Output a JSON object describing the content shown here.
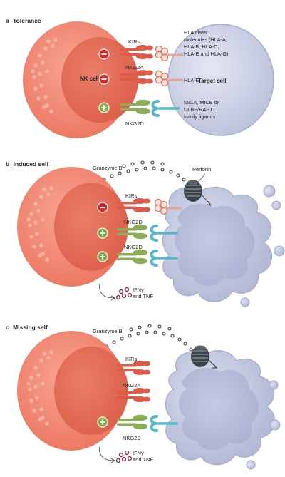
{
  "colors": {
    "nk_cell": "#f08470",
    "nk_nucleus": "#e46a55",
    "nk_dots": "#f6b3a4",
    "target_cell": "#d2d6e8",
    "target_dark": "#b8bdd8",
    "kir": "#e05a48",
    "inhibitory_ligand": "#eaa493",
    "activating": "#8aad55",
    "activating_ligand": "#55b7c8",
    "perforin": "#3b4248",
    "minus_badge": "#d62828",
    "plus_badge": "#7fae45",
    "cytokine": "#8a2a4a",
    "label": "#222222"
  },
  "panel_a": {
    "title_letter": "a",
    "title": "Tolerance",
    "nk_label": "NK cell",
    "target_label": "Target cell",
    "kir_label": "KIRs",
    "nkg2a_label": "NKG2A",
    "nkg2d_label": "NKG2D",
    "hla_class1": [
      "HLA class I",
      "molecules (HLA-A,",
      "HLA-B, HLA-C,",
      "HLA-E and HLA-G)"
    ],
    "hla_e": "HLA-E",
    "mica": [
      "MICA, MICB or",
      "ULBP/RAET1",
      "family ligands"
    ]
  },
  "panel_b": {
    "title_letter": "b",
    "title": "Induced self",
    "granzyme": "Granzyme B",
    "perforin": "Perforin",
    "kir_label": "KIRs",
    "nkg2d_label_1": "NKG2D",
    "nkg2d_label_2": "NKG2D",
    "cytokines_1": "IFNγ",
    "cytokines_2": "and TNF"
  },
  "panel_c": {
    "title_letter": "c",
    "title": "Missing self",
    "granzyme": "Granzyme B",
    "kir_label": "KIRs",
    "nkg2a_label": "NKG2A",
    "nkg2d_label": "NKG2D",
    "cytokines_1": "IFNγ",
    "cytokines_2": "and TNF"
  },
  "badges": {
    "minus": "–",
    "plus": "+"
  }
}
